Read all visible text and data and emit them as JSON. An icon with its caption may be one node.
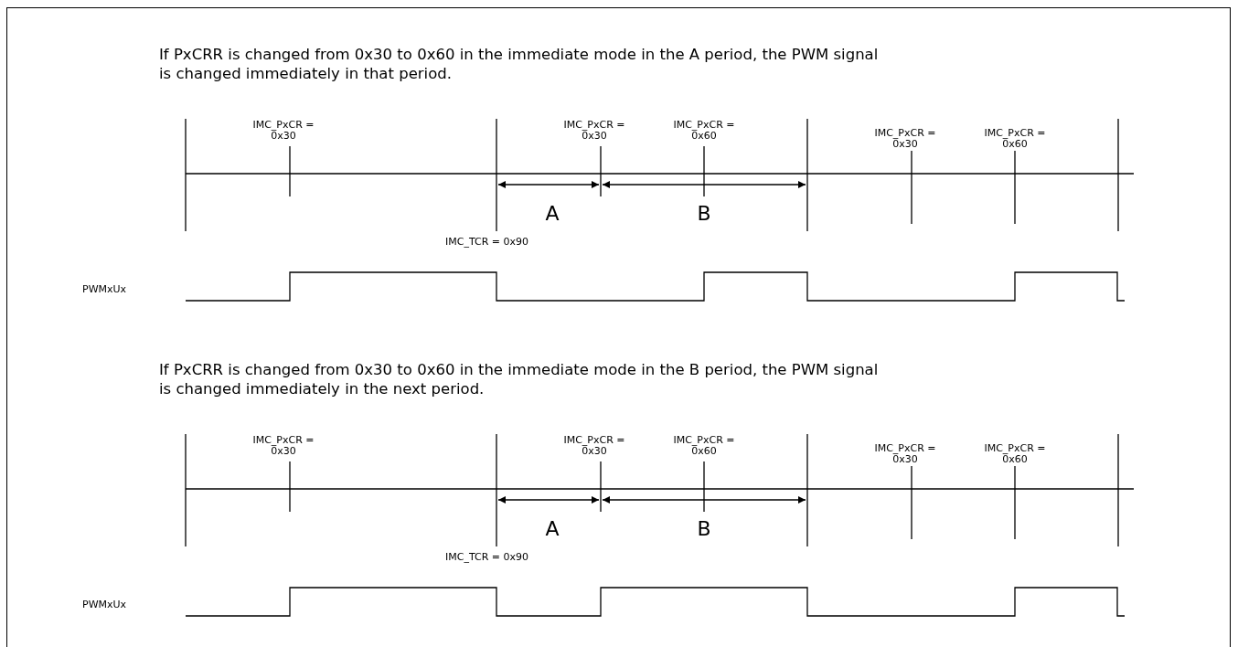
{
  "diagram": {
    "labels": [
      "If PxCRR is changed from 0x30 to 0x60 in the immediate mode in the A period, the PWM signal is changed immediately in that period.",
      "IMC_PxCR = 0x30",
      "IMC_PxCR = 0x30",
      "IMC_PxCR = 0x60",
      "IMC_PxCR = 0x30",
      "IMC_PxCR = 0x60",
      "A",
      "B",
      "IMC_TCR = 0x90",
      "PWMxUx",
      "If PxCRR is changed from 0x30 to 0x60 in the immediate mode in the B period, the PWM signal is changed immediately in the next period.",
      "IMC_PxCR = 0x30",
      "IMC_PxCR = 0x30",
      "IMC_PxCR = 0x60",
      "IMC_PxCR = 0x30",
      "IMC_PxCR = 0x60",
      "A",
      "B",
      "IMC_TCR = 0x90",
      "PWMxUx"
    ]
  }
}
